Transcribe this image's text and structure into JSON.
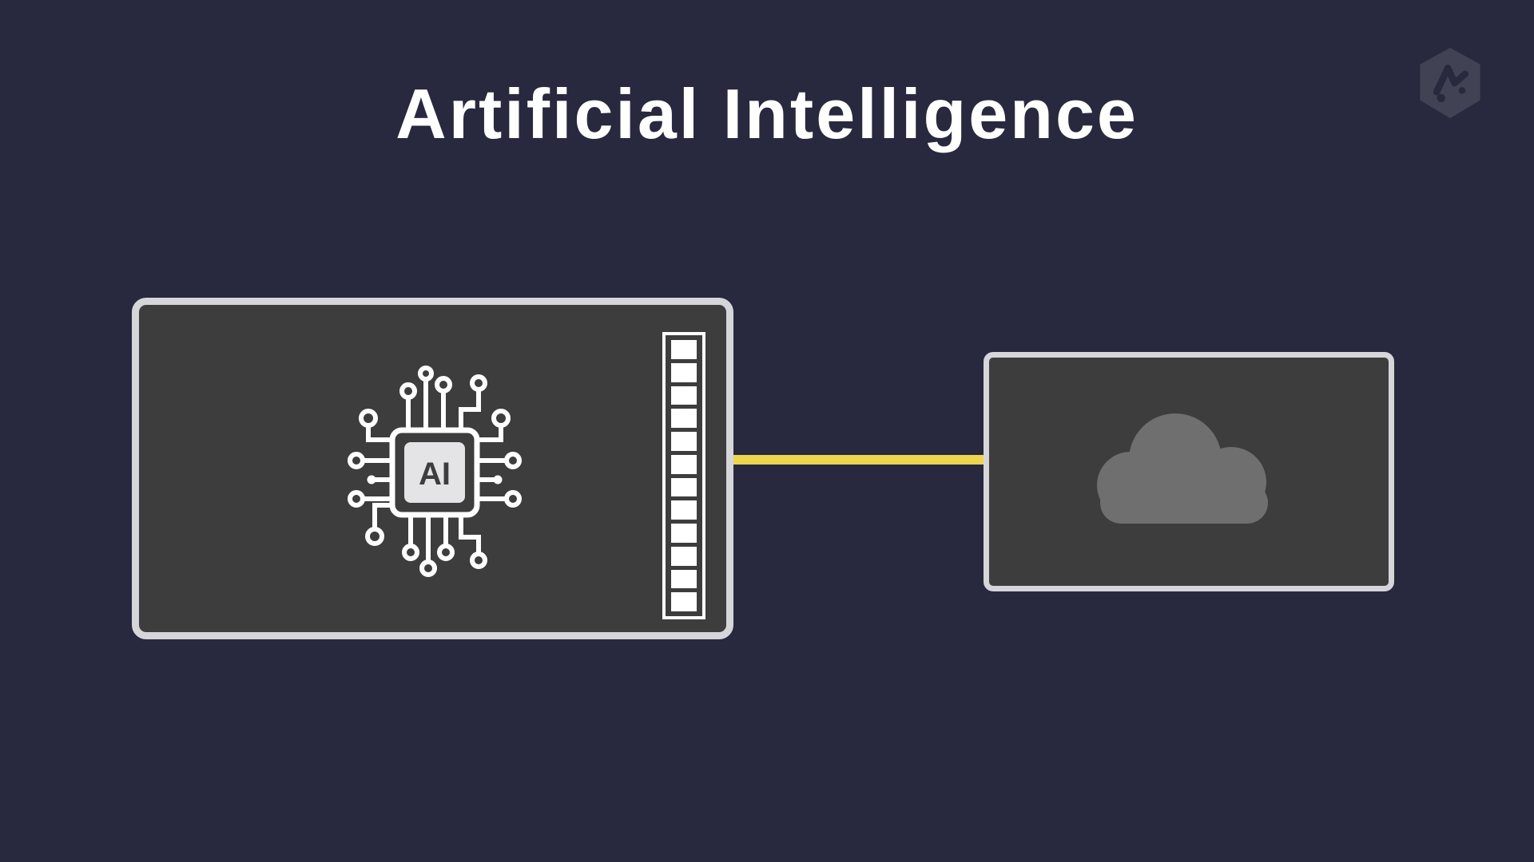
{
  "title": "Artificial Intelligence",
  "colors": {
    "background": "#28283e",
    "box_fill": "#3d3d3d",
    "box_border": "#d6d6da",
    "accent_yellow": "#ecd64f",
    "cloud_gray": "#6f6f6f",
    "white": "#ffffff",
    "chip_body": "#e4e4e6",
    "chip_text": "#3d3d3d",
    "logo_gray": "#454558"
  },
  "diagram": {
    "chip": {
      "label": "AI",
      "icon": "ai-chip-icon"
    },
    "connector": {
      "segment_count": 12,
      "icon": "connector-strip"
    },
    "cloud": {
      "icon": "cloud-icon"
    },
    "connection": {
      "type": "line",
      "color": "#ecd64f"
    }
  },
  "brand": {
    "icon": "hexagon-logo-icon"
  }
}
